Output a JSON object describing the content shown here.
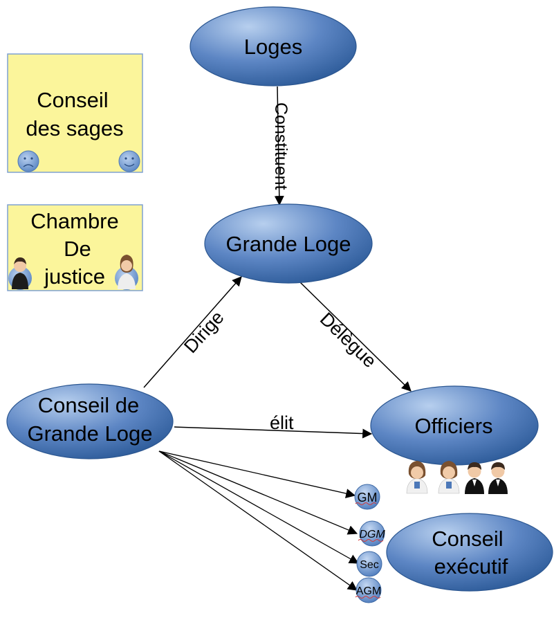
{
  "notes": {
    "conseil_sages": {
      "line1": "Conseil",
      "line2": "des sages"
    },
    "chambre_justice": {
      "line1": "Chambre",
      "line2": "De",
      "line3": "justice"
    }
  },
  "nodes": {
    "loges": "Loges",
    "grande_loge": "Grande Loge",
    "conseil_grande_loge": {
      "line1": "Conseil de",
      "line2": "Grande Loge"
    },
    "officiers": "Officiers",
    "conseil_executif": {
      "line1": "Conseil",
      "line2": "exécutif"
    },
    "gm": "GM",
    "dgm": "DGM",
    "sec": "Sec",
    "agm": "AGM"
  },
  "edges": {
    "constituent": "Constituent",
    "dirige": "Dirige",
    "delegue": "Délègue",
    "elit": "élit"
  },
  "colors": {
    "node_light": "#a9c4ea",
    "node_dark": "#2f5f9e",
    "note_fill": "#fbf59b",
    "note_border": "#7ea0d2"
  },
  "icons": [
    "sad-face-icon",
    "smile-face-icon",
    "man-icon",
    "woman-icon"
  ]
}
